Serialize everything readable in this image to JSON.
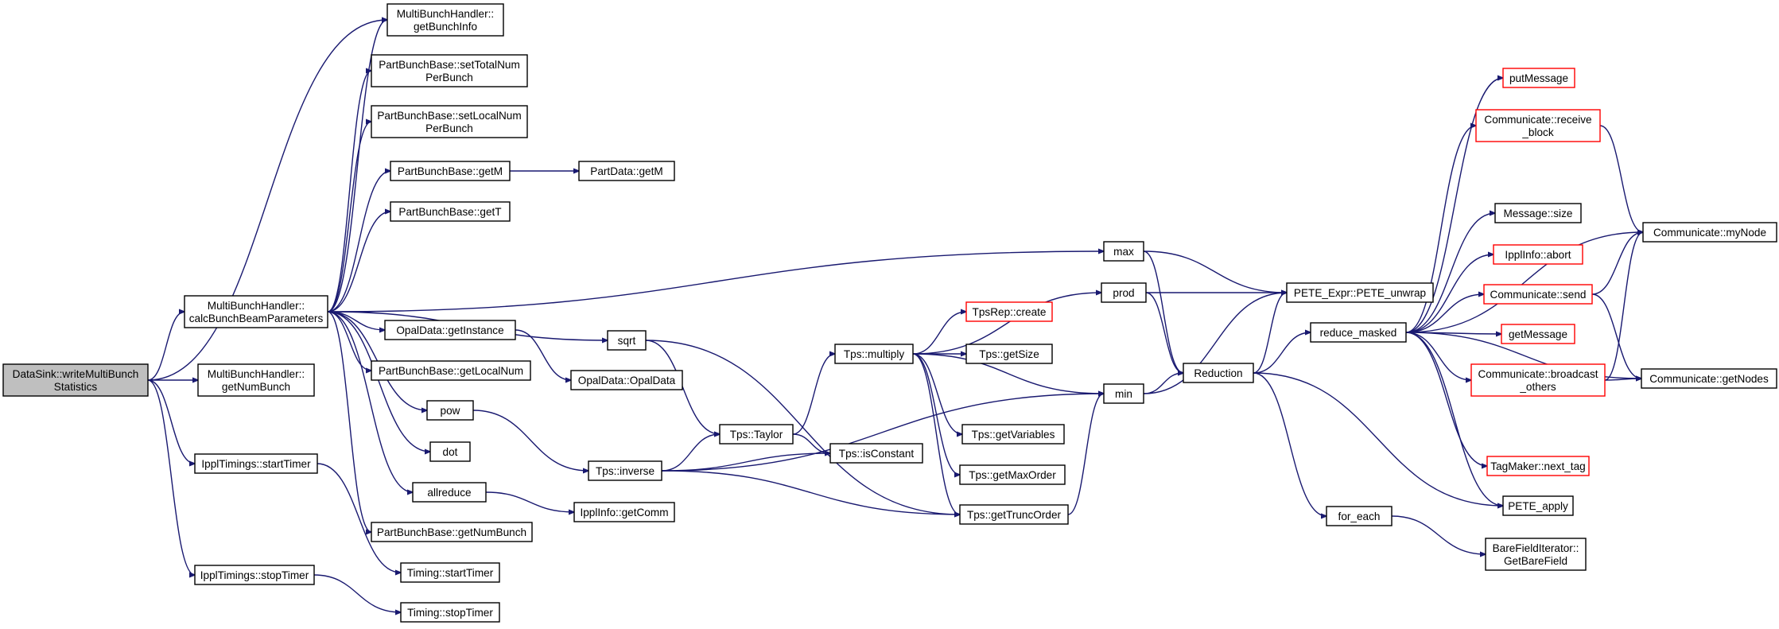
{
  "diagram": {
    "nodes": {
      "root": {
        "lines": [
          "DataSink::writeMultiBunch",
          "Statistics"
        ],
        "style": "root"
      },
      "getBunchInfo": {
        "lines": [
          "MultiBunchHandler::",
          "getBunchInfo"
        ]
      },
      "setTotalNum": {
        "lines": [
          "PartBunchBase::setTotalNum",
          "PerBunch"
        ]
      },
      "setLocalNum": {
        "lines": [
          "PartBunchBase::setLocalNum",
          "PerBunch"
        ]
      },
      "getM": {
        "lines": [
          "PartBunchBase::getM"
        ]
      },
      "partDataGetM": {
        "lines": [
          "PartData::getM"
        ]
      },
      "getT": {
        "lines": [
          "PartBunchBase::getT"
        ]
      },
      "calcBunch": {
        "lines": [
          "MultiBunchHandler::",
          "calcBunchBeamParameters"
        ]
      },
      "getNumBunchMBH": {
        "lines": [
          "MultiBunchHandler::",
          "getNumBunch"
        ]
      },
      "startTimer": {
        "lines": [
          "IpplTimings::startTimer"
        ]
      },
      "stopTimer": {
        "lines": [
          "IpplTimings::stopTimer"
        ]
      },
      "opalGetInstance": {
        "lines": [
          "OpalData::getInstance"
        ]
      },
      "getLocalNum": {
        "lines": [
          "PartBunchBase::getLocalNum"
        ]
      },
      "pow": {
        "lines": [
          "pow"
        ]
      },
      "dot": {
        "lines": [
          "dot"
        ]
      },
      "allreduce": {
        "lines": [
          "allreduce"
        ]
      },
      "pbbGetNumBunch": {
        "lines": [
          "PartBunchBase::getNumBunch"
        ]
      },
      "timingStart": {
        "lines": [
          "Timing::startTimer"
        ]
      },
      "timingStop": {
        "lines": [
          "Timing::stopTimer"
        ]
      },
      "sqrt": {
        "lines": [
          "sqrt"
        ]
      },
      "opalData": {
        "lines": [
          "OpalData::OpalData"
        ]
      },
      "tpsInverse": {
        "lines": [
          "Tps::inverse"
        ]
      },
      "ipplGetComm": {
        "lines": [
          "IpplInfo::getComm"
        ]
      },
      "tpsTaylor": {
        "lines": [
          "Tps::Taylor"
        ]
      },
      "tpsIsConstant": {
        "lines": [
          "Tps::isConstant"
        ]
      },
      "tpsMultiply": {
        "lines": [
          "Tps::multiply"
        ]
      },
      "tpsRepCreate": {
        "lines": [
          "TpsRep::create"
        ],
        "style": "red"
      },
      "tpsGetSize": {
        "lines": [
          "Tps::getSize"
        ]
      },
      "tpsGetVariables": {
        "lines": [
          "Tps::getVariables"
        ]
      },
      "tpsGetMaxOrder": {
        "lines": [
          "Tps::getMaxOrder"
        ]
      },
      "tpsGetTruncOrder": {
        "lines": [
          "Tps::getTruncOrder"
        ]
      },
      "max": {
        "lines": [
          "max"
        ]
      },
      "prod": {
        "lines": [
          "prod"
        ]
      },
      "min": {
        "lines": [
          "min"
        ]
      },
      "reduction": {
        "lines": [
          "Reduction"
        ]
      },
      "peteUnwrap": {
        "lines": [
          "PETE_Expr::PETE_unwrap"
        ]
      },
      "reduceMasked": {
        "lines": [
          "reduce_masked"
        ]
      },
      "forEach": {
        "lines": [
          "for_each"
        ]
      },
      "bareField": {
        "lines": [
          "BareFieldIterator::",
          "GetBareField"
        ]
      },
      "putMessage": {
        "lines": [
          "putMessage"
        ],
        "style": "red"
      },
      "receiveBlock": {
        "lines": [
          "Communicate::receive",
          "_block"
        ],
        "style": "red"
      },
      "messageSize": {
        "lines": [
          "Message::size"
        ]
      },
      "ipplAbort": {
        "lines": [
          "IpplInfo::abort"
        ],
        "style": "red"
      },
      "commSend": {
        "lines": [
          "Communicate::send"
        ],
        "style": "red"
      },
      "getMessage": {
        "lines": [
          "getMessage"
        ],
        "style": "red"
      },
      "broadcastOthers": {
        "lines": [
          "Communicate::broadcast",
          "_others"
        ],
        "style": "red"
      },
      "nextTag": {
        "lines": [
          "TagMaker::next_tag"
        ],
        "style": "red"
      },
      "peteApply": {
        "lines": [
          "PETE_apply"
        ]
      },
      "myNode": {
        "lines": [
          "Communicate::myNode"
        ]
      },
      "getNodes": {
        "lines": [
          "Communicate::getNodes"
        ]
      }
    }
  }
}
